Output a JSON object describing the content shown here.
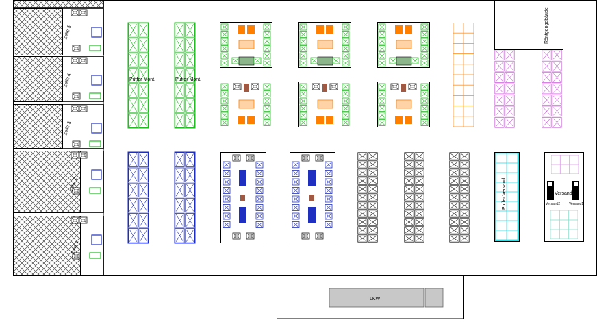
{
  "labels": {
    "zelle5": "Zelle 5",
    "zelle4": "Zelle 4",
    "zelle3": "Zelle 3",
    "zelle2": "Zelle 2",
    "zelle1": "Zelle 1",
    "puffer_mont_a": "Puffer Mont.",
    "puffer_mont_b": "Puffer Mont.",
    "puffer_versand": "Puffer Versand",
    "versand": "Versand",
    "versand2": "Versand2",
    "versand1": "Versand1",
    "roentgen": "Röntgengebäude",
    "lkw": "LKW"
  },
  "colors": {
    "green": "#22bb22",
    "blue": "#1f2fbf",
    "orange": "#ff8000",
    "violet": "#cc66dd",
    "cyan": "#22e0e8",
    "black": "#111111",
    "brown": "#a05a44",
    "crosshatch": "#444444",
    "teal": "#88e0cc"
  }
}
